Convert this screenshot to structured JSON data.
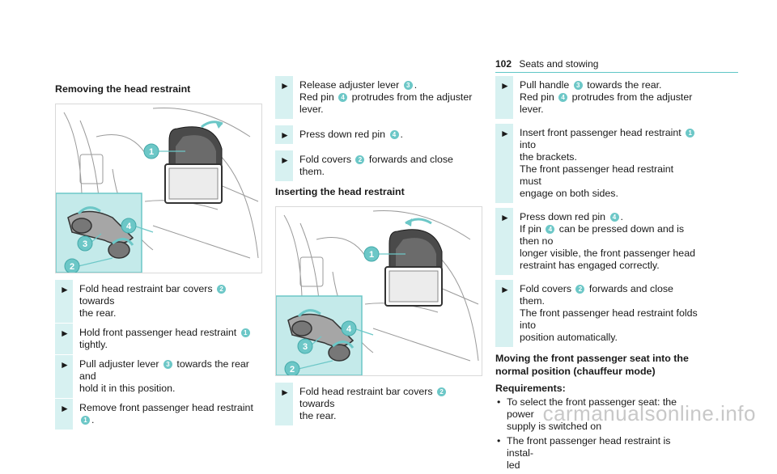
{
  "header": {
    "page_number": "102",
    "section": "Seats and stowing"
  },
  "col1": {
    "title": "Removing the head restraint",
    "figure": {
      "callouts": [
        "1",
        "4",
        "3",
        "2"
      ]
    },
    "steps": [
      {
        "parts": [
          {
            "t": "Fold head restraint bar covers "
          },
          {
            "badge": "2"
          },
          {
            "t": " towards"
          }
        ],
        "line2": "the rear."
      },
      {
        "parts": [
          {
            "t": "Hold front passenger head restraint "
          },
          {
            "badge": "1"
          }
        ],
        "line2": "tightly."
      },
      {
        "parts": [
          {
            "t": "Pull adjuster lever "
          },
          {
            "badge": "3"
          },
          {
            "t": " towards the rear and"
          }
        ],
        "line2": "hold it in this position."
      },
      {
        "parts": [
          {
            "t": "Remove front passenger head restraint "
          },
          {
            "badge": "1"
          },
          {
            "t": "."
          }
        ]
      }
    ]
  },
  "col2": {
    "steps_top": [
      {
        "parts": [
          {
            "t": "Release adjuster lever "
          },
          {
            "badge": "3"
          },
          {
            "t": "."
          }
        ],
        "line2_parts": [
          {
            "t": "Red pin "
          },
          {
            "badge": "4"
          },
          {
            "t": " protrudes from the adjuster lever."
          }
        ]
      },
      {
        "parts": [
          {
            "t": "Press down red pin "
          },
          {
            "badge": "4"
          },
          {
            "t": "."
          }
        ]
      },
      {
        "parts": [
          {
            "t": "Fold covers "
          },
          {
            "badge": "2"
          },
          {
            "t": " forwards and close them."
          }
        ]
      }
    ],
    "title": "Inserting the head restraint",
    "figure": {
      "callouts": [
        "1",
        "4",
        "3",
        "2"
      ]
    },
    "steps_bottom": [
      {
        "parts": [
          {
            "t": "Fold head restraint bar covers "
          },
          {
            "badge": "2"
          },
          {
            "t": " towards"
          }
        ],
        "line2": "the rear."
      }
    ]
  },
  "col3": {
    "steps": [
      {
        "lines": [
          [
            {
              "t": "Pull handle "
            },
            {
              "badge": "3"
            },
            {
              "t": " towards the rear."
            }
          ],
          [
            {
              "t": "Red pin "
            },
            {
              "badge": "4"
            },
            {
              "t": " protrudes from the adjuster lever."
            }
          ]
        ]
      },
      {
        "lines": [
          [
            {
              "t": "Insert front passenger head restraint "
            },
            {
              "badge": "1"
            },
            {
              "t": " into"
            }
          ],
          [
            {
              "t": "the brackets."
            }
          ],
          [
            {
              "t": "The front passenger head restraint must"
            }
          ],
          [
            {
              "t": "engage on both sides."
            }
          ]
        ]
      },
      {
        "lines": [
          [
            {
              "t": "Press down red pin "
            },
            {
              "badge": "4"
            },
            {
              "t": "."
            }
          ],
          [
            {
              "t": "If pin "
            },
            {
              "badge": "4"
            },
            {
              "t": " can be pressed down and is then no"
            }
          ],
          [
            {
              "t": "longer visible, the front passenger head"
            }
          ],
          [
            {
              "t": "restraint has engaged correctly."
            }
          ]
        ]
      },
      {
        "lines": [
          [
            {
              "t": "Fold covers "
            },
            {
              "badge": "2"
            },
            {
              "t": " forwards and close them."
            }
          ],
          [
            {
              "t": "The front passenger head restraint folds into"
            }
          ],
          [
            {
              "t": "position automatically."
            }
          ]
        ]
      }
    ],
    "title_lines": [
      "Moving the front passenger seat into the",
      "normal position (chauffeur mode)"
    ],
    "requirements_label": "Requirements:",
    "bullets": [
      [
        "To select the front passenger seat: the power",
        "supply is switched on"
      ],
      [
        "The front passenger head restraint is instal-",
        "led"
      ]
    ]
  },
  "icons": {
    "step": "arrow-right-icon",
    "bullet": "bullet-icon"
  },
  "colors": {
    "accent": "#6cc7c7",
    "step_bar": "#d7f1f1",
    "inset": "#c4eaea"
  },
  "watermark": "carmanualsonline.info"
}
